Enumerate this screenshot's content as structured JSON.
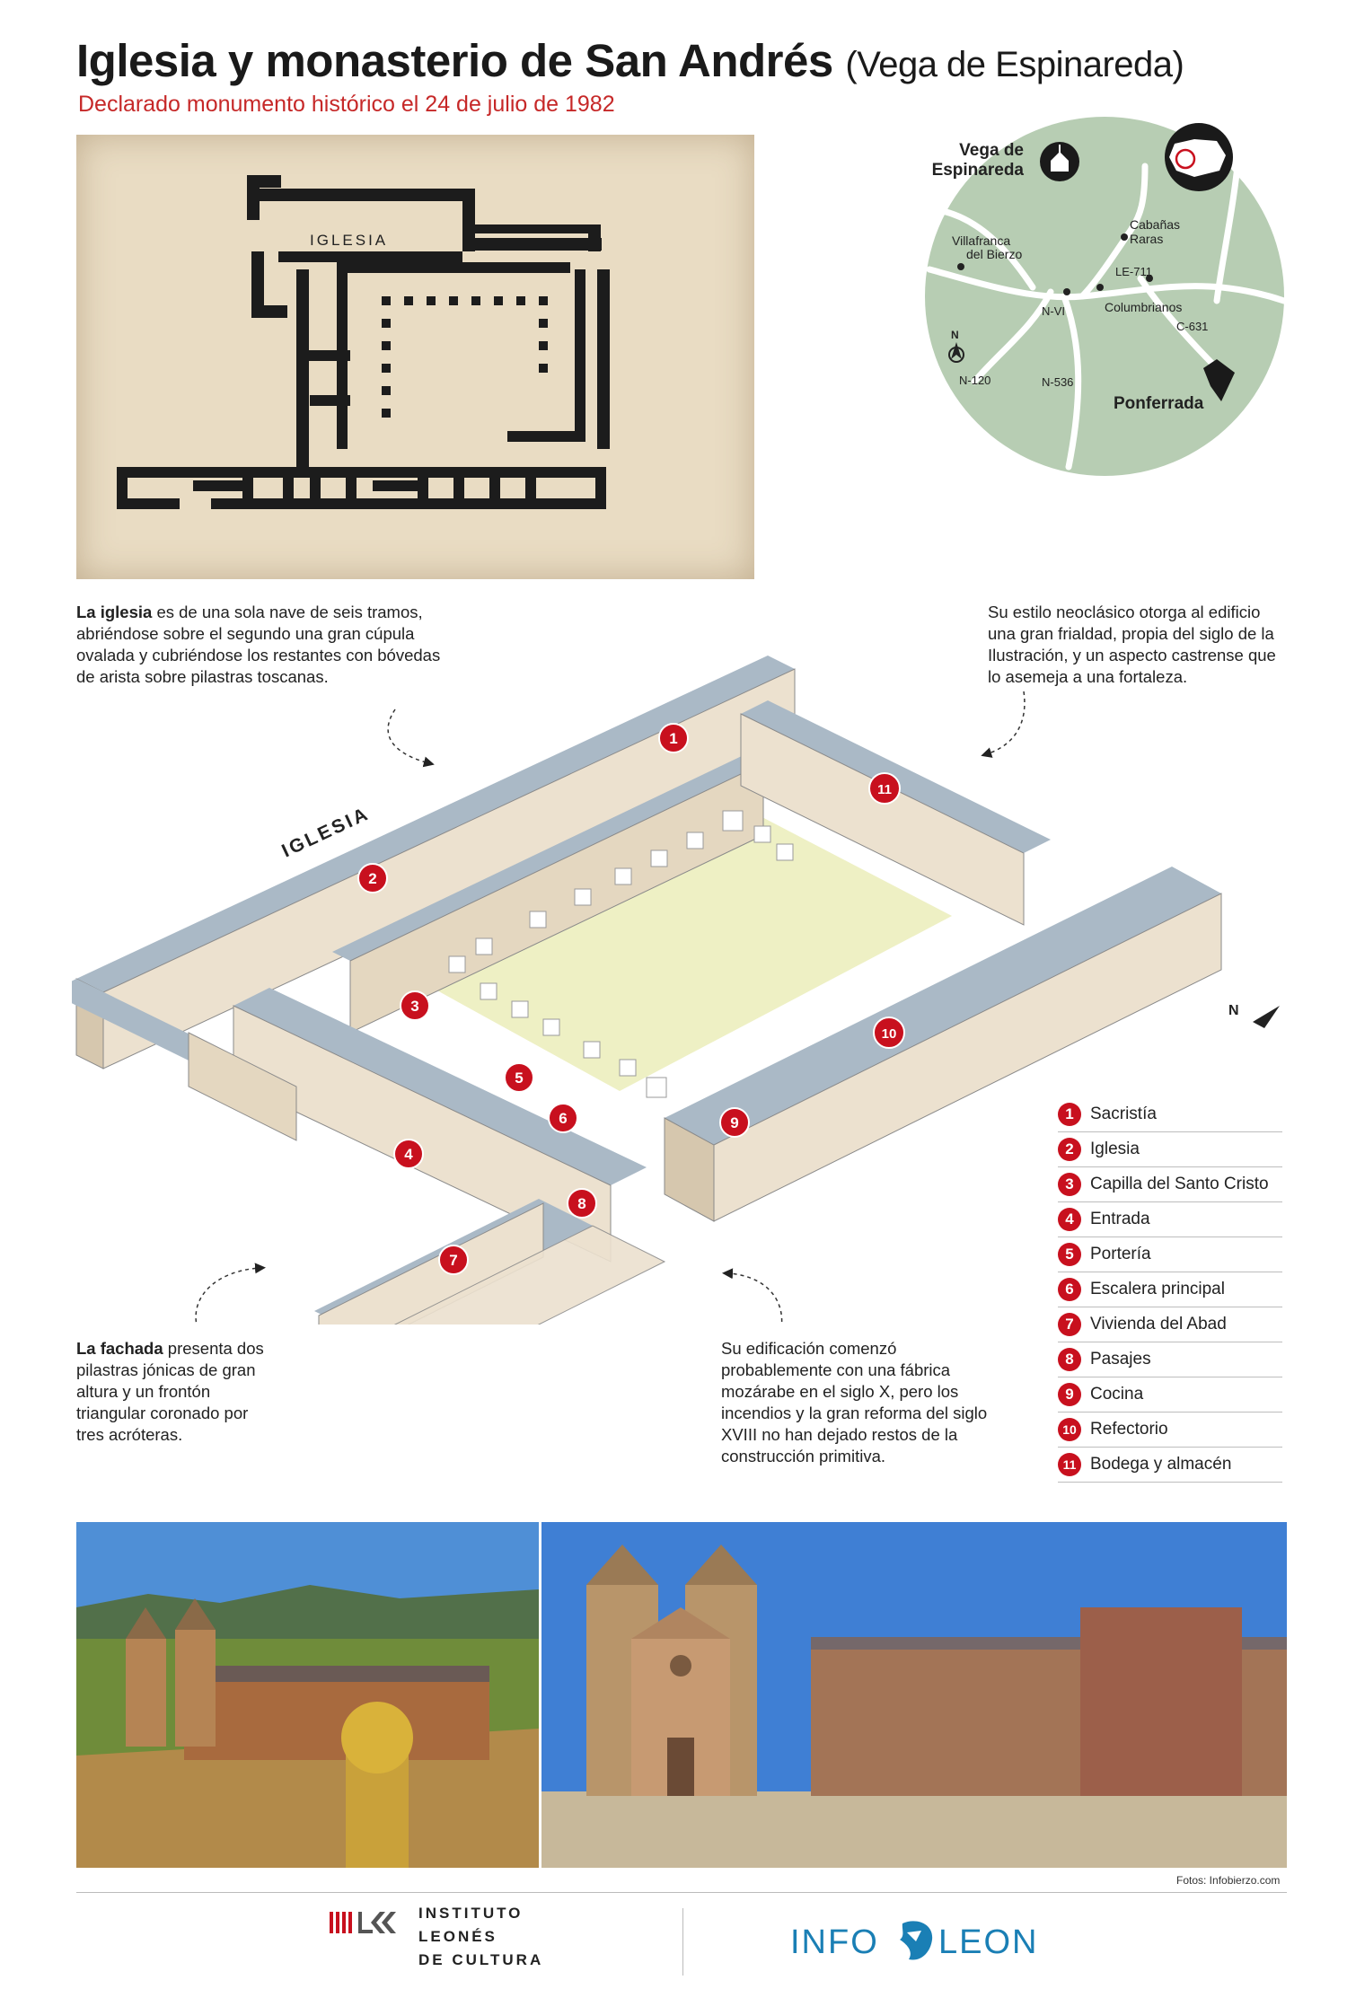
{
  "header": {
    "title": "Iglesia y monasterio de San Andrés",
    "title_location": "(Vega de Espinareda)",
    "subtitle": "Declarado monumento histórico el 24 de julio de 1982"
  },
  "floor_plan": {
    "label": "IGLESIA"
  },
  "locator_map": {
    "town": [
      "Vega de",
      "Espinareda"
    ],
    "places": [
      "Cabañas",
      "Raras",
      "Villafranca",
      "del Bierzo",
      "Columbrianos",
      "Ponferrada"
    ],
    "roads": [
      "LE-711",
      "N-VI",
      "C-631",
      "N-120",
      "N-536"
    ],
    "north": "N"
  },
  "notes": {
    "iglesia_bold": "La iglesia",
    "iglesia_text": " es de una sola nave de seis tramos, abriéndose sobre el segundo una gran cúpula ovalada y cubriéndose los restantes con bóvedas de arista sobre pilastras toscanas.",
    "estilo_text": "Su estilo neoclásico otorga al edificio una gran frialdad, propia del siglo de la Ilustración, y un aspecto castrense que lo asemeja a una fortaleza.",
    "fachada_bold": "La fachada",
    "fachada_text": " presenta dos pilastras jónicas de gran altura y un frontón triangular coronado por tres acróteras.",
    "edificacion_text": "Su edificación comenzó probablemente con una fábrica mozárabe en el siglo X, pero los incendios y la gran reforma del siglo XVIII no han dejado restos de la construcción primitiva."
  },
  "isometric": {
    "iglesia_label": "IGLESIA",
    "north": "N"
  },
  "legend": [
    {
      "num": "1",
      "label": "Sacristía"
    },
    {
      "num": "2",
      "label": "Iglesia"
    },
    {
      "num": "3",
      "label": "Capilla del Santo Cristo"
    },
    {
      "num": "4",
      "label": "Entrada"
    },
    {
      "num": "5",
      "label": "Portería"
    },
    {
      "num": "6",
      "label": "Escalera principal"
    },
    {
      "num": "7",
      "label": "Vivienda del Abad"
    },
    {
      "num": "8",
      "label": "Pasajes"
    },
    {
      "num": "9",
      "label": "Cocina"
    },
    {
      "num": "10",
      "label": "Refectorio"
    },
    {
      "num": "11",
      "label": "Bodega y almacén"
    }
  ],
  "photo_credit": "Fotos: Infobierzo.com",
  "footer": {
    "ilc_lines": [
      "INSTITUTO",
      "LEONÉS",
      "DE CULTURA"
    ],
    "infoleon_left": "INFO",
    "infoleon_right": "LEON"
  },
  "colors": {
    "accent_red": "#c8101e",
    "map_green": "#b7cdb3",
    "paper": "#e9dcc3",
    "wall_fill": "#ece1cf",
    "wall_top": "#aab9c6",
    "cloister": "#eef0c4"
  }
}
